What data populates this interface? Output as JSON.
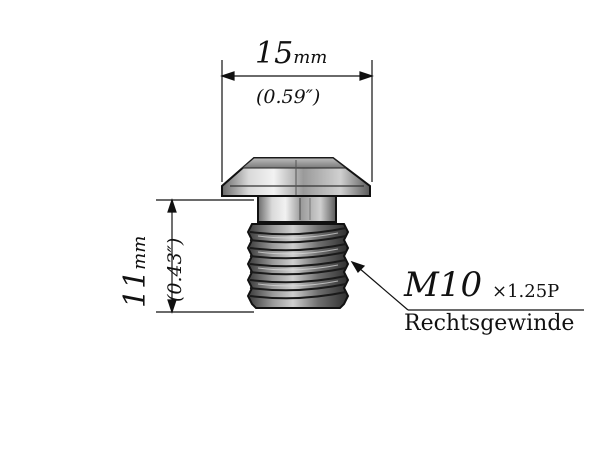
{
  "dimensions": {
    "width": {
      "value": "15",
      "unit": "mm",
      "imperial": "(0.59″)"
    },
    "height": {
      "value": "11",
      "unit": "mm",
      "imperial": "(0.43″)"
    }
  },
  "thread": {
    "size": "M10",
    "pitch": "×1.25P",
    "direction": "Rechtsgewinde"
  },
  "colors": {
    "line": "#111111",
    "metal_light": "#e8e8e8",
    "metal_dark": "#5a5a5a",
    "background": "#ffffff"
  }
}
